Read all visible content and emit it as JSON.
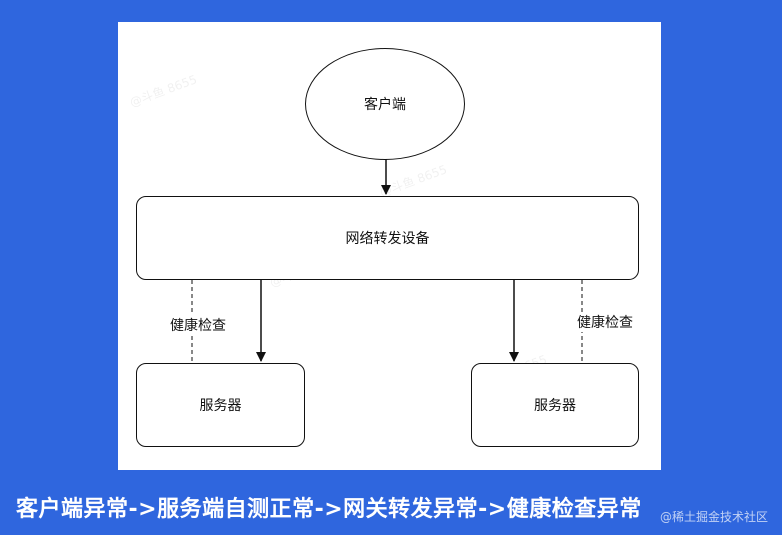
{
  "diagram": {
    "client_label": "客户端",
    "forwarder_label": "网络转发设备",
    "server_left_label": "服务器",
    "server_right_label": "服务器",
    "health_check_left_label": "健康检查",
    "health_check_right_label": "健康检查"
  },
  "caption": "客户端异常->服务端自测正常->网关转发异常->健康检查异常",
  "source_mark": "@稀土掘金技术社区",
  "watermark_text": "@斗鱼 8655"
}
